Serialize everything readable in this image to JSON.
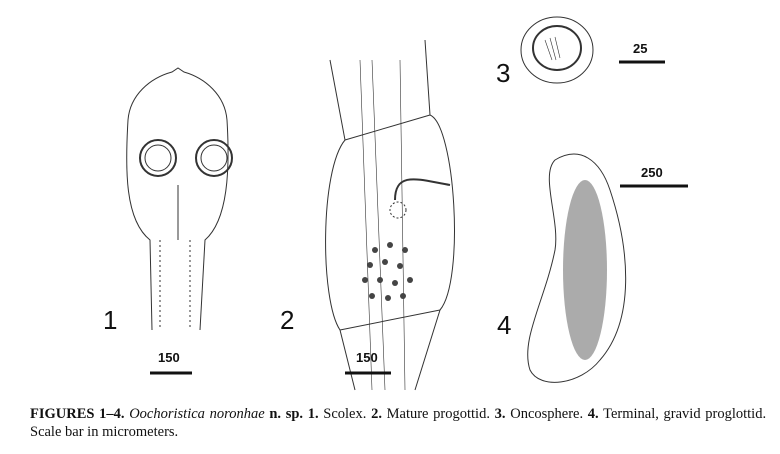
{
  "figure_labels": [
    "1",
    "2",
    "3",
    "4"
  ],
  "scale_bars": [
    "150",
    "150",
    "25",
    "250"
  ],
  "caption": {
    "lead": "FIGURES 1–4.",
    "species": "Oochoristica noronhae",
    "nsp": "n. sp.",
    "n1": "1.",
    "t1": "Scolex.",
    "n2": "2.",
    "t2": "Mature progottid.",
    "n3": "3.",
    "t3": "Oncosphere.",
    "n4": "4.",
    "t4": "Terminal, gravid proglottid. Scale bar in micrometers."
  }
}
